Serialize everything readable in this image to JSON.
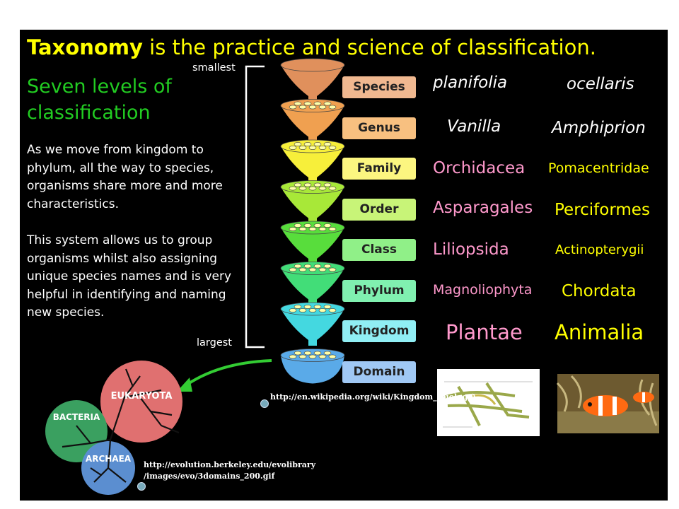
{
  "title": {
    "bold": "Taxonomy",
    "rest": " is the practice and science of classification."
  },
  "subheading": "Seven levels of classification",
  "paragraph1": "As we move from kingdom to phylum, all the way to species, organisms share more and more characteristics.",
  "paragraph2": "This system allows us to group organisms whilst also assigning unique species names and is very helpful in identifying and naming new species.",
  "scale": {
    "top": "smallest",
    "bottom": "largest"
  },
  "levels": [
    "Species",
    "Genus",
    "Family",
    "Order",
    "Class",
    "Phylum",
    "Kingdom",
    "Domain"
  ],
  "plant_names": [
    "planifolia",
    "Vanilla",
    "Orchidacea",
    "Asparagales",
    "Liliopsida",
    "Magnoliophyta",
    "Plantae"
  ],
  "animal_names": [
    "ocellaris",
    "Amphiprion",
    "Pomacentridae",
    "Perciformes",
    "Actinopterygii",
    "Chordata",
    "Animalia"
  ],
  "url1": "http://en.wikipedia.org/wiki/Kingdom_(biology)",
  "url2_line1": "http://evolution.berkeley.edu/evolibrary",
  "url2_line2": "/images/evo/3domains_200.gif",
  "domains": {
    "eukaryota": "EUKARYOTA",
    "bacteria": "BACTERIA",
    "archaea": "ARCHAEA"
  },
  "colors": {
    "title": "#ffff00",
    "subheading": "#22cc22",
    "plant_text": "#ff99cc",
    "animal_text": "#ffff00",
    "funnel": [
      "#e0905c",
      "#f0a050",
      "#f7ef3a",
      "#a8e838",
      "#58dd3c",
      "#42dd78",
      "#44d8e0",
      "#5aaae8"
    ],
    "labels": [
      "#f0b890",
      "#f8c080",
      "#fcf680",
      "#c8f478",
      "#90f088",
      "#80f0b0",
      "#90eef4",
      "#a0c8f4"
    ],
    "eukaryota": "#e07070",
    "bacteria": "#3aa060",
    "archaea": "#5b8ed0"
  }
}
